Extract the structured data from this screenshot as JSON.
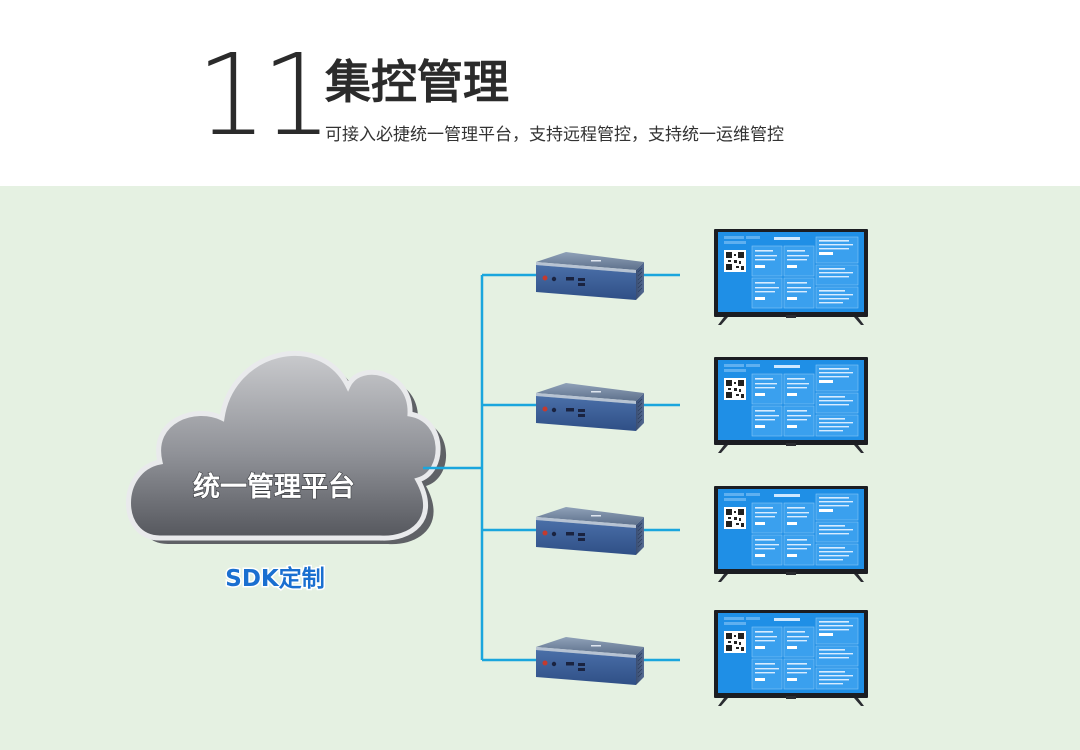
{
  "header": {
    "number": "11",
    "title": "集控管理",
    "subtitle": "可接入必捷统一管理平台，支持远程管控，支持统一运维管控"
  },
  "diagram": {
    "cloud_label": "统一管理平台",
    "sdk_label": "SDK定制"
  },
  "colors": {
    "background": "#e5f1e2",
    "connector": "#1aa6dd",
    "screen": "#1f8fe6",
    "sdk_text": "#1a6fd0"
  }
}
